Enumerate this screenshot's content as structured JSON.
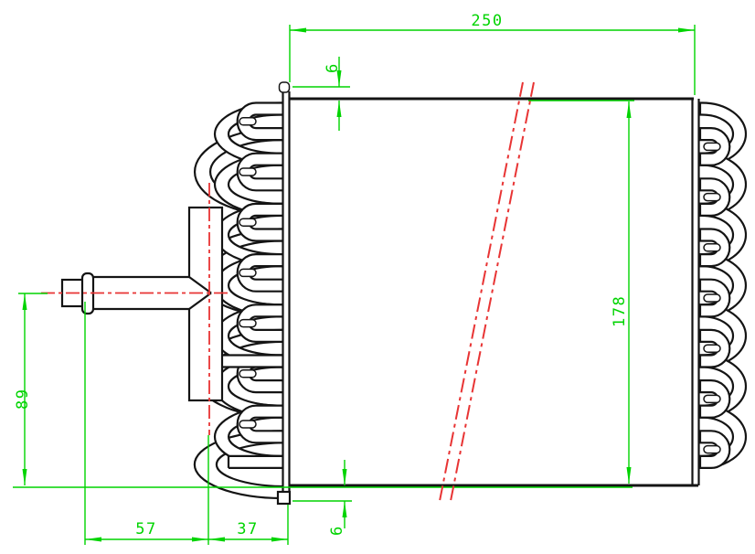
{
  "drawing": {
    "background_color": "#ffffff",
    "outline_color": "#141414",
    "dimension_color": "#00d400",
    "centerline_color": "#e83434"
  },
  "dimensions": {
    "overall_width": {
      "value": "250"
    },
    "plate_top_offset": {
      "value": "6"
    },
    "core_height": {
      "value": "178"
    },
    "pipe_to_bottom": {
      "value": "89"
    },
    "pipe_to_manifold": {
      "value": "57"
    },
    "manifold_to_core": {
      "value": "37"
    },
    "plate_bottom_offset": {
      "value": "6"
    }
  }
}
